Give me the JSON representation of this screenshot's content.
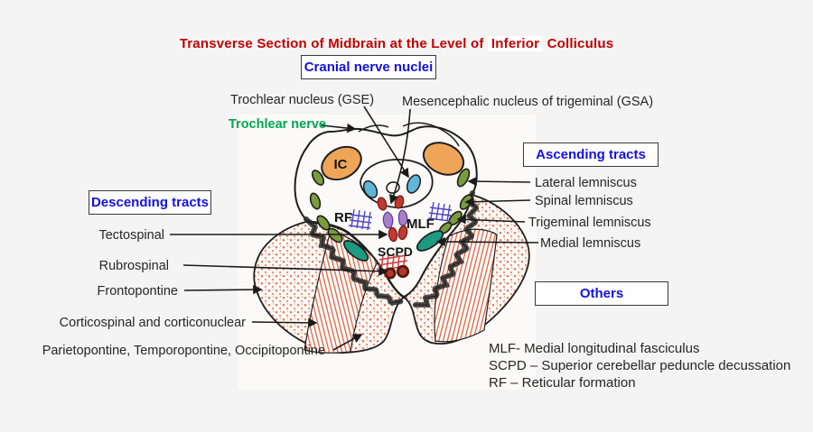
{
  "title": {
    "part1": "Transverse Section of Midbrain at the Level of",
    "highlight": "Inferior",
    "part2": "Colliculus"
  },
  "category_boxes": {
    "cranial": "Cranial nerve nuclei",
    "ascending": "Ascending tracts",
    "descending": "Descending tracts",
    "others": "Others"
  },
  "labels": {
    "trochlear_nucleus": "Trochlear nucleus (GSE)",
    "mesencephalic": "Mesencephalic nucleus of trigeminal (GSA)",
    "trochlear_nerve": "Trochlear nerve",
    "lateral_lemniscus": "Lateral lemniscus",
    "spinal_lemniscus": "Spinal lemniscus",
    "trigeminal_lemniscus": "Trigeminal lemniscus",
    "medial_lemniscus": "Medial lemniscus",
    "tectospinal": "Tectospinal",
    "rubrospinal": "Rubrospinal",
    "frontopontine": "Frontopontine",
    "corticospinal": "Corticospinal and corticonuclear",
    "parietopontine": "Parietopontine, Temporopontine, Occipitopontine"
  },
  "structure_labels": {
    "ic": "IC",
    "rf": "RF",
    "mlf": "MLF",
    "scpd": "SCPD"
  },
  "legend": {
    "line1": "MLF- Medial longitudinal fasciculus",
    "line2": "SCPD – Superior cerebellar peduncle decussation",
    "line3": "RF – Reticular formation"
  },
  "colors": {
    "title_red": "#C00000",
    "label_blue": "#1412DD",
    "nerve_green": "#00A651",
    "colliculus_orange": "#EFA558",
    "nucleus_blue": "#5FB6D6",
    "nucleus_red": "#C23B32",
    "lemniscus_green": "#7A9C3C",
    "medial_lemniscus_teal": "#1C9B80",
    "mlf_purple": "#A97FC9",
    "reticular_violet": "#4F46C8",
    "scpd_red": "#D03A3A",
    "rubrospinal_maroon": "#B0392B",
    "peduncle_orange": "#E87850"
  }
}
